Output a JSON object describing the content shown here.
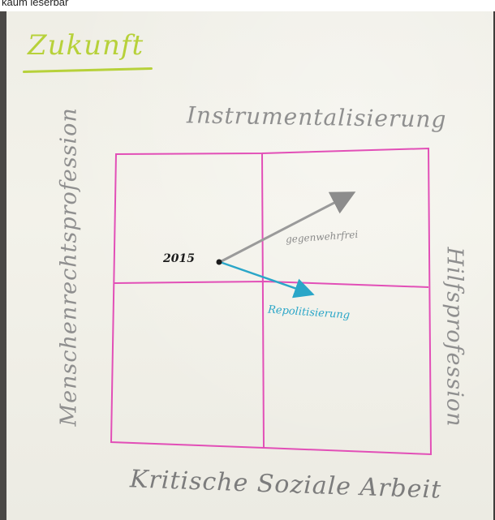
{
  "caption_fragment": "kaum leserbar",
  "title": "Zukunft",
  "axis_labels": {
    "top": "Instrumentalisierung",
    "bottom": "Kritische Soziale Arbeit",
    "left": "Menschenrechtsprofession",
    "right": "Hilfsprofession"
  },
  "annotations": {
    "year": "2015",
    "gray_arrow_label": "gegenwehrfrei",
    "blue_arrow_label": "Repolitisierung"
  },
  "colors": {
    "title_green": "#b7d13a",
    "grid_magenta": "#e24fb7",
    "gray_arrow": "#9a9a9a",
    "blue_arrow": "#2aa6c8"
  }
}
